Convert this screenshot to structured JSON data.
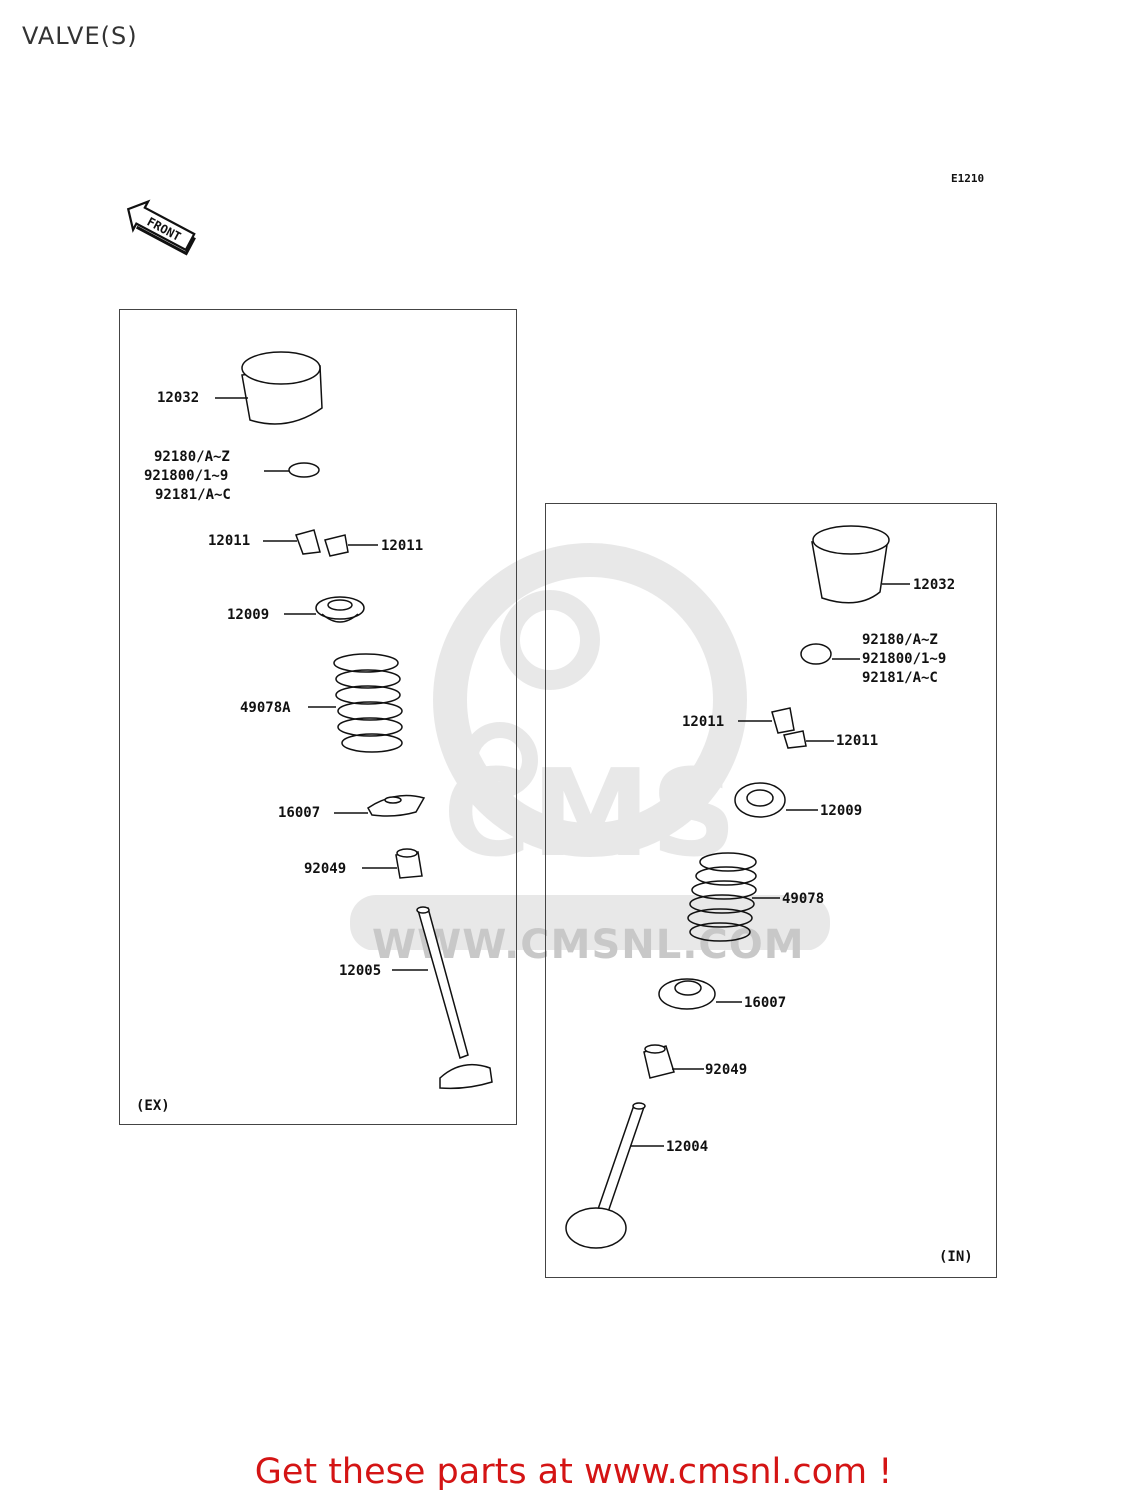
{
  "page": {
    "title": "VALVE(S)",
    "diagram_code": "E1210"
  },
  "front_marker": {
    "text": "FRONT"
  },
  "watermark": {
    "url": "WWW.CMSNL.COM"
  },
  "exhaust_group": {
    "tag": "(EX)",
    "parts": [
      {
        "id": "ex-tappet",
        "number": "12032"
      },
      {
        "id": "ex-shim-1",
        "number": "92180/A~Z"
      },
      {
        "id": "ex-shim-2",
        "number": "921800/1~9"
      },
      {
        "id": "ex-shim-3",
        "number": "92181/A~C"
      },
      {
        "id": "ex-cotter-left",
        "number": "12011"
      },
      {
        "id": "ex-cotter-right",
        "number": "12011"
      },
      {
        "id": "ex-retainer",
        "number": "12009"
      },
      {
        "id": "ex-spring",
        "number": "49078A"
      },
      {
        "id": "ex-spring-seat",
        "number": "16007"
      },
      {
        "id": "ex-stem-seal",
        "number": "92049"
      },
      {
        "id": "ex-valve",
        "number": "12005"
      }
    ]
  },
  "intake_group": {
    "tag": "(IN)",
    "parts": [
      {
        "id": "in-tappet",
        "number": "12032"
      },
      {
        "id": "in-shim-1",
        "number": "92180/A~Z"
      },
      {
        "id": "in-shim-2",
        "number": "921800/1~9"
      },
      {
        "id": "in-shim-3",
        "number": "92181/A~C"
      },
      {
        "id": "in-cotter-left",
        "number": "12011"
      },
      {
        "id": "in-cotter-right",
        "number": "12011"
      },
      {
        "id": "in-retainer",
        "number": "12009"
      },
      {
        "id": "in-spring",
        "number": "49078"
      },
      {
        "id": "in-spring-seat",
        "number": "16007"
      },
      {
        "id": "in-stem-seal",
        "number": "92049"
      },
      {
        "id": "in-valve",
        "number": "12004"
      }
    ]
  },
  "footer": {
    "link_text": "Get these parts at www.cmsnl.com !"
  }
}
